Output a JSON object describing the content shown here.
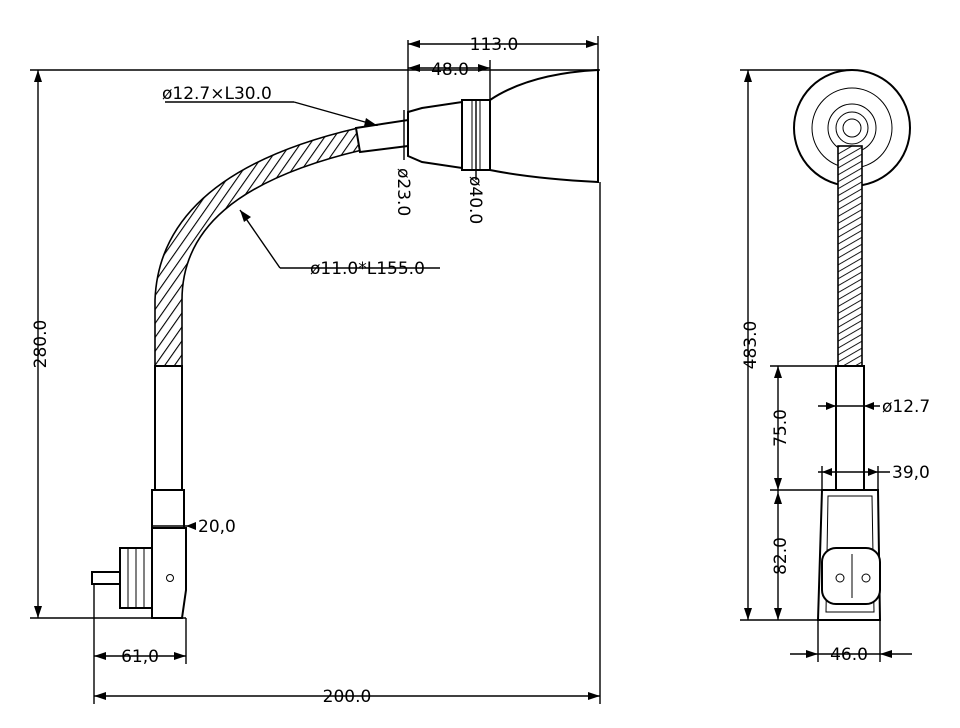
{
  "dimensions": {
    "overall_height": "280.0",
    "overall_width": "200.0",
    "head_length": "113.0",
    "head_offset": "48.0",
    "neck_tube": "ø12.7×L30.0",
    "flex_hose": "ø11.0*L155.0",
    "collar_dia": "ø23.0",
    "head_dia": "ø40.0",
    "plug_width": "20,0",
    "plug_offset": "61,0",
    "side_height": "483.0",
    "stem_dia": "ø12.7",
    "stem_length": "75.0",
    "plug_top": "39,0",
    "plug_height": "82.0",
    "plug_bottom": "46.0"
  }
}
